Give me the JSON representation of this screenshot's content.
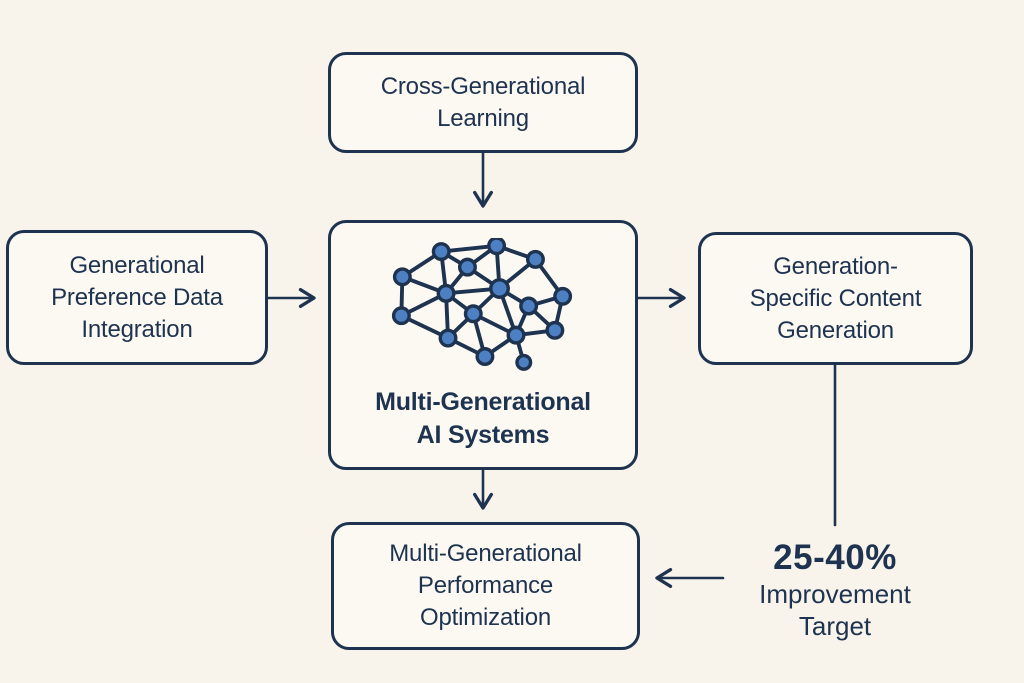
{
  "diagram": {
    "boxes": {
      "top": {
        "lines": [
          "Cross-Generational",
          "Learning"
        ]
      },
      "left": {
        "lines": [
          "Generational",
          "Preference Data",
          "Integration"
        ]
      },
      "center": {
        "lines": [
          "Multi-Generational",
          "AI Systems"
        ]
      },
      "right": {
        "lines": [
          "Generation-",
          "Specific Content",
          "Generation"
        ]
      },
      "bottom": {
        "lines": [
          "Multi-Generational",
          "Performance",
          "Optimization"
        ]
      }
    },
    "annotation": {
      "value": "25-40%",
      "lines": [
        "Improvement",
        "Target"
      ]
    },
    "colors": {
      "background": "#f8f4ec",
      "box_fill": "#fcf9f2",
      "line": "#1e3350",
      "node_fill": "#4d80c3"
    }
  }
}
